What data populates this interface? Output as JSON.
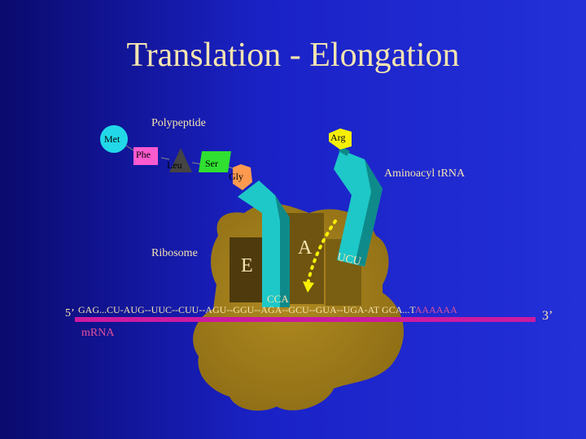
{
  "title": "Translation - Elongation",
  "labels": {
    "polypeptide": "Polypeptide",
    "ribosome": "Ribosome",
    "aminoacyl_trna": "Aminoacyl tRNA",
    "mrna": "mRNA",
    "site_e": "E",
    "site_a": "A",
    "anticodon": "UCU",
    "cca": "CCA",
    "five_prime": "5’",
    "three_prime": "3’"
  },
  "amino_acids": {
    "met": "Met",
    "phe": "Phe",
    "leu": "Leu",
    "ser": "Ser",
    "gly": "Gly",
    "arg": "Arg"
  },
  "sequence": {
    "main": "GAG...CU-AUG--UUC--CUU--AGU--GGU--AGA--GCU--GUA--UGA-AT GCA...T",
    "poly_a": "AAAAAA"
  },
  "colors": {
    "title": "#f6e4b0",
    "ribosome": "#9c7a1c",
    "trna": "#1ec8c8",
    "mrna": "#cc1aa0",
    "met": "#22d8e8",
    "phe": "#ff5ad0",
    "leu": "#444444",
    "ser": "#30e030",
    "gly": "#ff9a50",
    "arg": "#f6f000"
  }
}
